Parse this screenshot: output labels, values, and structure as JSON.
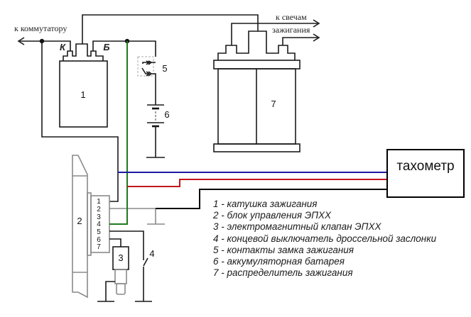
{
  "labels": {
    "to_commutator": "к коммутатору",
    "to_plugs_line1": "к свечам",
    "to_plugs_line2": "зажигания",
    "terminal_k": "К",
    "terminal_b": "Б",
    "tachometer": "тахометр"
  },
  "component_numbers": {
    "coil": "1",
    "control_unit": "2",
    "valve": "3",
    "limit_switch": "4",
    "ignition_contacts": "5",
    "battery": "6",
    "distributor": "7"
  },
  "control_unit_pins": [
    "1",
    "2",
    "3",
    "4",
    "5",
    "6",
    "7"
  ],
  "wire_colors": {
    "blue": "#1a1aa0",
    "red": "#c0161c",
    "green": "#1f7a1f",
    "black": "#000000",
    "gray": "#8a8a8a"
  },
  "legend": [
    "1 - катушка зажигания",
    "2 - блок управления ЭПХХ",
    "3 - электромагнитный клапан ЭПХХ",
    "4 - концевой выключатель дроссельной заслонки",
    "5 - контакты замка зажигания",
    "6 - аккумуляторная батарея",
    "7 - распределитель зажигания"
  ]
}
